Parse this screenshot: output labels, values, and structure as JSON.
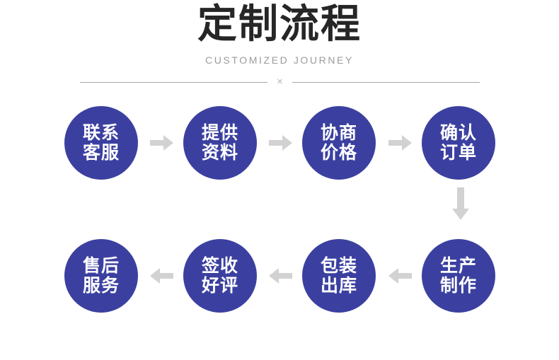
{
  "header": {
    "title": "定制流程",
    "subtitle": "CUSTOMIZED JOURNEY",
    "divider_mark": "×"
  },
  "colors": {
    "node_fill": "#3b40a0",
    "node_text": "#ffffff",
    "arrow": "#d2d2d2",
    "title_text": "#262626",
    "subtitle_text": "#9b9b9b",
    "divider_line": "#a6a6a6",
    "background": "#ffffff"
  },
  "flow": {
    "rows": [
      {
        "direction": "left-to-right",
        "nodes": [
          {
            "id": "node-0",
            "step": 1,
            "label": "联系\n客服",
            "label_plain": "联系客服"
          },
          {
            "id": "node-1",
            "step": 2,
            "label": "提供\n资料",
            "label_plain": "提供资料"
          },
          {
            "id": "node-2",
            "step": 3,
            "label": "协商\n价格",
            "label_plain": "协商价格"
          },
          {
            "id": "node-3",
            "step": 4,
            "label": "确认\n订单",
            "label_plain": "确认订单"
          }
        ]
      },
      {
        "direction": "right-to-left",
        "nodes": [
          {
            "id": "node-4",
            "step": 5,
            "label": "生产\n制作",
            "label_plain": "生产制作"
          },
          {
            "id": "node-5",
            "step": 6,
            "label": "包装\n出库",
            "label_plain": "包装出库"
          },
          {
            "id": "node-6",
            "step": 7,
            "label": "签收\n好评",
            "label_plain": "签收好评"
          },
          {
            "id": "node-7",
            "step": 8,
            "label": "售后\n服务",
            "label_plain": "售后服务"
          }
        ]
      }
    ],
    "connectors": [
      {
        "id": "arrow-0",
        "direction": "right",
        "from": "node-0",
        "to": "node-1"
      },
      {
        "id": "arrow-1",
        "direction": "right",
        "from": "node-1",
        "to": "node-2"
      },
      {
        "id": "arrow-2",
        "direction": "right",
        "from": "node-2",
        "to": "node-3"
      },
      {
        "id": "arrow-down",
        "direction": "down",
        "from": "node-3",
        "to": "node-4"
      },
      {
        "id": "arrow-3",
        "direction": "left",
        "from": "node-4",
        "to": "node-5"
      },
      {
        "id": "arrow-4",
        "direction": "left",
        "from": "node-5",
        "to": "node-6"
      },
      {
        "id": "arrow-5",
        "direction": "left",
        "from": "node-6",
        "to": "node-7"
      }
    ]
  }
}
